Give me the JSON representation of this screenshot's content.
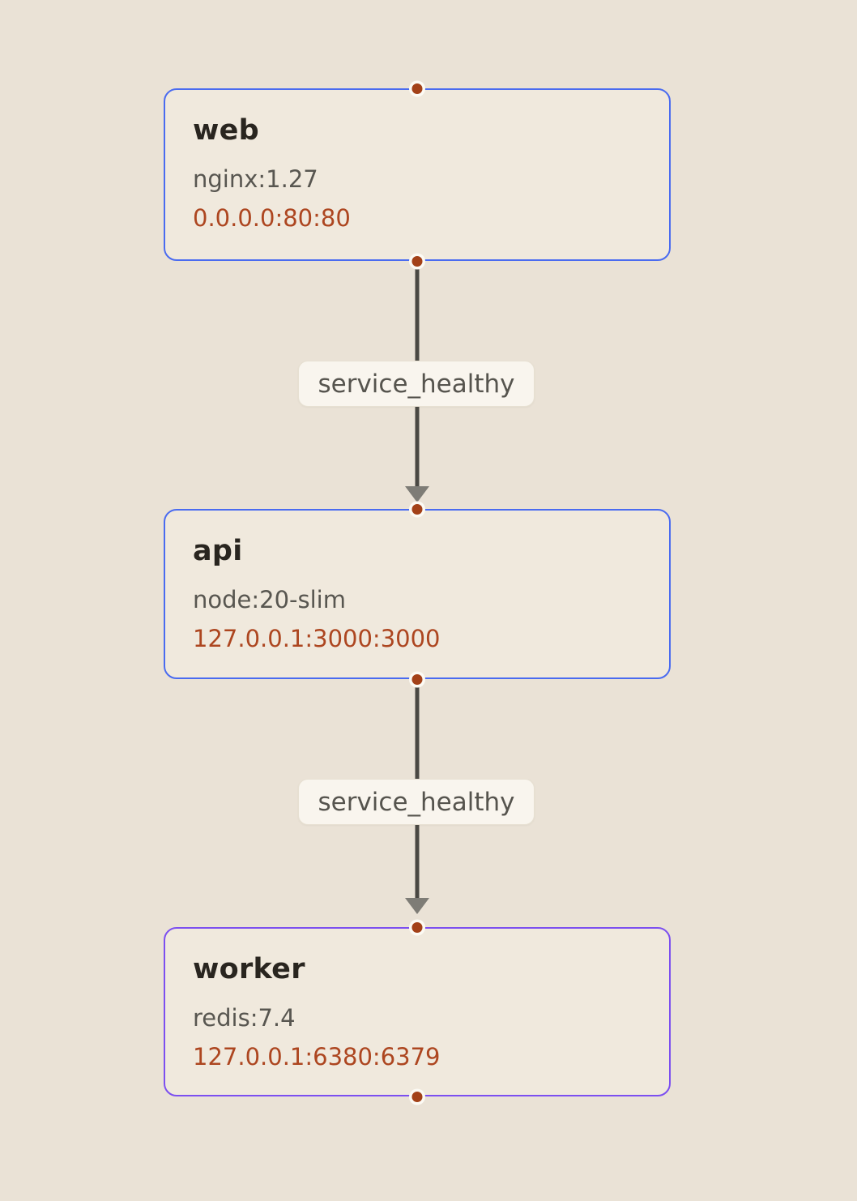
{
  "diagram": {
    "nodes": [
      {
        "title": "web",
        "image": "nginx:1.27",
        "ports": "0.0.0.0:80:80",
        "accent_border": "#4a6bf0"
      },
      {
        "title": "api",
        "image": "node:20-slim",
        "ports": "127.0.0.1:3000:3000",
        "accent_border": "#4a6bf0"
      },
      {
        "title": "worker",
        "image": "redis:7.4",
        "ports": "127.0.0.1:6380:6379",
        "accent_border": "#7c4ff0"
      }
    ],
    "edges": [
      {
        "from": "web",
        "to": "api",
        "label": "service_healthy"
      },
      {
        "from": "api",
        "to": "worker",
        "label": "service_healthy"
      }
    ],
    "colors": {
      "background": "#eae2d6",
      "node_fill": "#f0e9dd",
      "blue_border": "#4a6bf0",
      "purple_border": "#7c4ff0",
      "title_text": "#29251f",
      "image_text": "#585650",
      "ports_text": "#ad4620",
      "handle_dot": "#a34118",
      "handle_ring": "#fcfaf4",
      "edge_line": "#4a4843",
      "arrowhead": "#7e7c76",
      "label_bg": "#f9f5ee",
      "label_text": "#56544e"
    }
  }
}
